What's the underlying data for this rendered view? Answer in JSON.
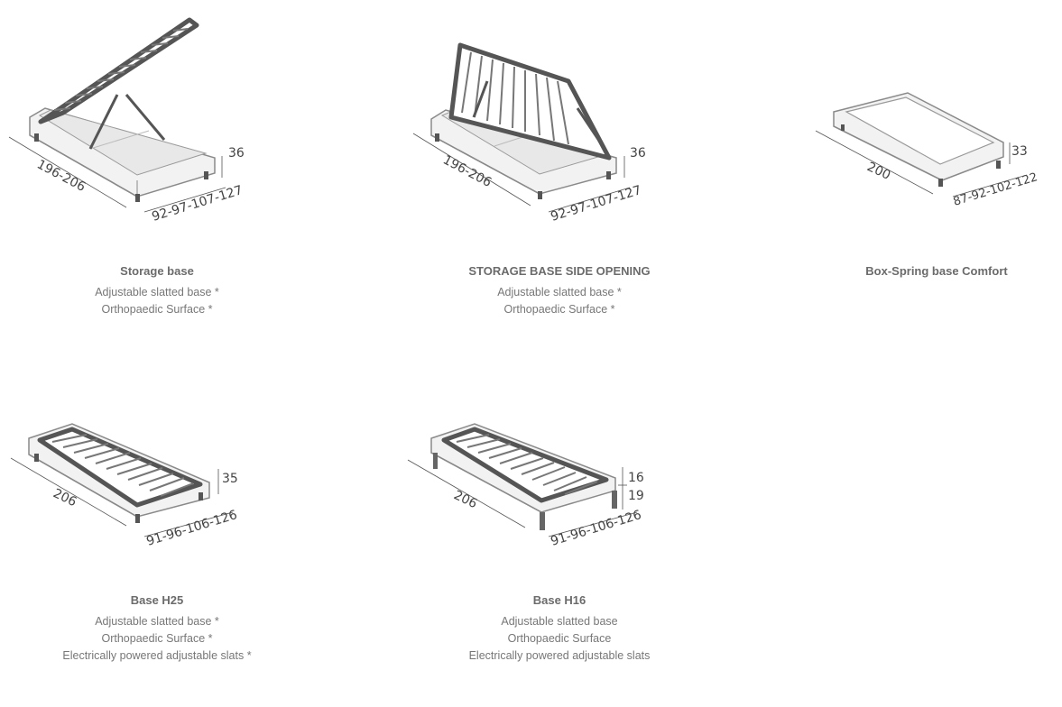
{
  "products": [
    {
      "title": "Storage base",
      "lines": [
        "Adjustable slatted base *",
        "Orthopaedic Surface *"
      ],
      "dims": {
        "length": "196-206",
        "height": "36",
        "width": "92-97-107-127"
      }
    },
    {
      "title": "STORAGE BASE SIDE OPENING",
      "lines": [
        "Adjustable slatted base *",
        "Orthopaedic Surface *"
      ],
      "dims": {
        "length": "196-206",
        "height": "36",
        "width": "92-97-107-127"
      }
    },
    {
      "title": "Box-Spring base Comfort",
      "lines": [],
      "dims": {
        "length": "200",
        "height": "33",
        "width": "87-92-102-122"
      }
    },
    {
      "title": "Base H25",
      "lines": [
        "Adjustable slatted base *",
        "Orthopaedic Surface *",
        "Electrically powered adjustable slats *"
      ],
      "dims": {
        "length": "206",
        "height": "35",
        "width": "91-96-106-126"
      }
    },
    {
      "title": "Base H16",
      "lines": [
        "Adjustable slatted base",
        "Orthopaedic Surface",
        "Electrically powered adjustable slats"
      ],
      "dims": {
        "length": "206",
        "height_top": "16",
        "height_bottom": "19",
        "width": "91-96-106-126"
      }
    }
  ]
}
